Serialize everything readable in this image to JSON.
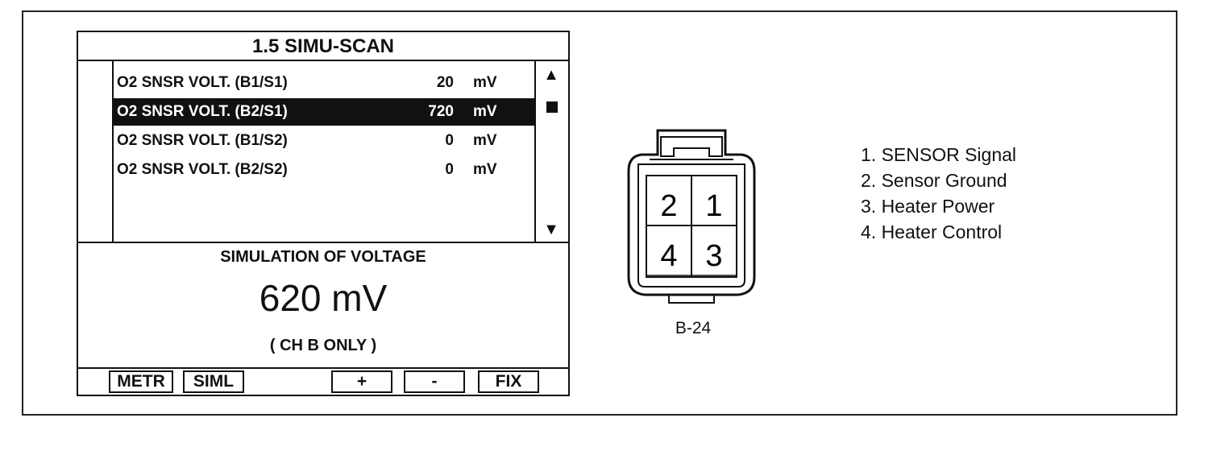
{
  "scanner": {
    "title": "1.5  SIMU-SCAN",
    "rows": [
      {
        "label": "O2 SNSR VOLT. (B1/S1)",
        "value": "20",
        "unit": "mV",
        "selected": false
      },
      {
        "label": "O2 SNSR VOLT. (B2/S1)",
        "value": "720",
        "unit": "mV",
        "selected": true
      },
      {
        "label": "O2 SNSR VOLT. (B1/S2)",
        "value": "0",
        "unit": "mV",
        "selected": false
      },
      {
        "label": "O2 SNSR VOLT. (B2/S2)",
        "value": "0",
        "unit": "mV",
        "selected": false
      }
    ],
    "scroll_up": "▲",
    "scroll_down": "▼",
    "sim_label": "SIMULATION OF VOLTAGE",
    "sim_value": "620  mV",
    "channel_note": "(   CH  B  ONLY   )",
    "function_keys": {
      "metr": "METR",
      "siml": "SIML",
      "plus": "+",
      "minus": "-",
      "fix": "FIX"
    }
  },
  "connector": {
    "name": "B-24",
    "pins": [
      "2",
      "1",
      "4",
      "3"
    ]
  },
  "pin_legend": [
    "1. SENSOR Signal",
    "2. Sensor Ground",
    "3. Heater Power",
    "4. Heater Control"
  ]
}
